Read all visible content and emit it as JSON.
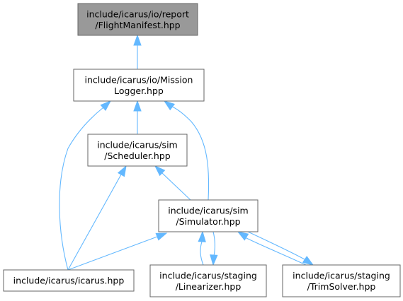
{
  "graph": {
    "nodes": [
      {
        "id": "flightmanifest",
        "lines": [
          "include/icarus/io/report",
          "/FlightManifest.hpp"
        ],
        "highlighted": true
      },
      {
        "id": "missionlogger",
        "lines": [
          "include/icarus/io/Mission",
          "Logger.hpp"
        ],
        "highlighted": false
      },
      {
        "id": "scheduler",
        "lines": [
          "include/icarus/sim",
          "/Scheduler.hpp"
        ],
        "highlighted": false
      },
      {
        "id": "simulator",
        "lines": [
          "include/icarus/sim",
          "/Simulator.hpp"
        ],
        "highlighted": false
      },
      {
        "id": "icarus",
        "lines": [
          "include/icarus/icarus.hpp"
        ],
        "highlighted": false
      },
      {
        "id": "linearizer",
        "lines": [
          "include/icarus/staging",
          "/Linearizer.hpp"
        ],
        "highlighted": false
      },
      {
        "id": "trimsolver",
        "lines": [
          "include/icarus/staging",
          "/TrimSolver.hpp"
        ],
        "highlighted": false
      }
    ],
    "edges": [
      {
        "from": "missionlogger",
        "to": "flightmanifest"
      },
      {
        "from": "scheduler",
        "to": "missionlogger"
      },
      {
        "from": "icarus",
        "to": "missionlogger"
      },
      {
        "from": "simulator",
        "to": "missionlogger"
      },
      {
        "from": "icarus",
        "to": "scheduler"
      },
      {
        "from": "simulator",
        "to": "scheduler"
      },
      {
        "from": "icarus",
        "to": "simulator"
      },
      {
        "from": "linearizer",
        "to": "simulator"
      },
      {
        "from": "simulator",
        "to": "linearizer"
      },
      {
        "from": "trimsolver",
        "to": "simulator"
      },
      {
        "from": "simulator",
        "to": "trimsolver"
      }
    ],
    "colors": {
      "highlight_fill": "#999999",
      "node_fill": "#ffffff",
      "node_border": "#666666",
      "edge": "#63b8ff"
    }
  }
}
